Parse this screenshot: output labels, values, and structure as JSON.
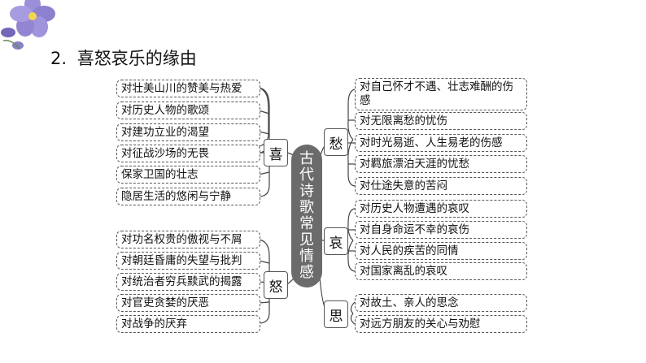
{
  "heading": {
    "number": "2.",
    "title": "喜怒哀乐的缘由"
  },
  "center": {
    "label": "古代诗歌常见情感"
  },
  "categories": {
    "xi": {
      "label": "喜",
      "items": [
        "对壮美山川的赞美与热爱",
        "对历史人物的歌颂",
        "对建功立业的渴望",
        "对征战沙场的无畏",
        "保家卫国的壮志",
        "隐居生活的悠闲与宁静"
      ]
    },
    "nu": {
      "label": "怒",
      "items": [
        "对功名权贵的傲视与不屑",
        "对朝廷昏庸的失望与批判",
        "对统治者穷兵黩武的揭露",
        "对官吏贪婪的厌恶",
        "对战争的厌弃"
      ]
    },
    "chou": {
      "label": "愁",
      "items": [
        "对自己怀才不遇、壮志难酬的伤感",
        "对无限离愁的忧伤",
        "对时光易逝、人生易老的伤感",
        "对羁旅漂泊天涯的忧愁",
        "对仕途失意的苦闷"
      ]
    },
    "ai": {
      "label": "哀",
      "items": [
        "对历史人物遭遇的哀叹",
        "对自身命运不幸的哀伤",
        "对人民的疾苦的同情",
        "对国家离乱的哀叹"
      ]
    },
    "si": {
      "label": "思",
      "items": [
        "对故土、亲人的思念",
        "对远方朋友的关心与劝慰"
      ]
    }
  }
}
